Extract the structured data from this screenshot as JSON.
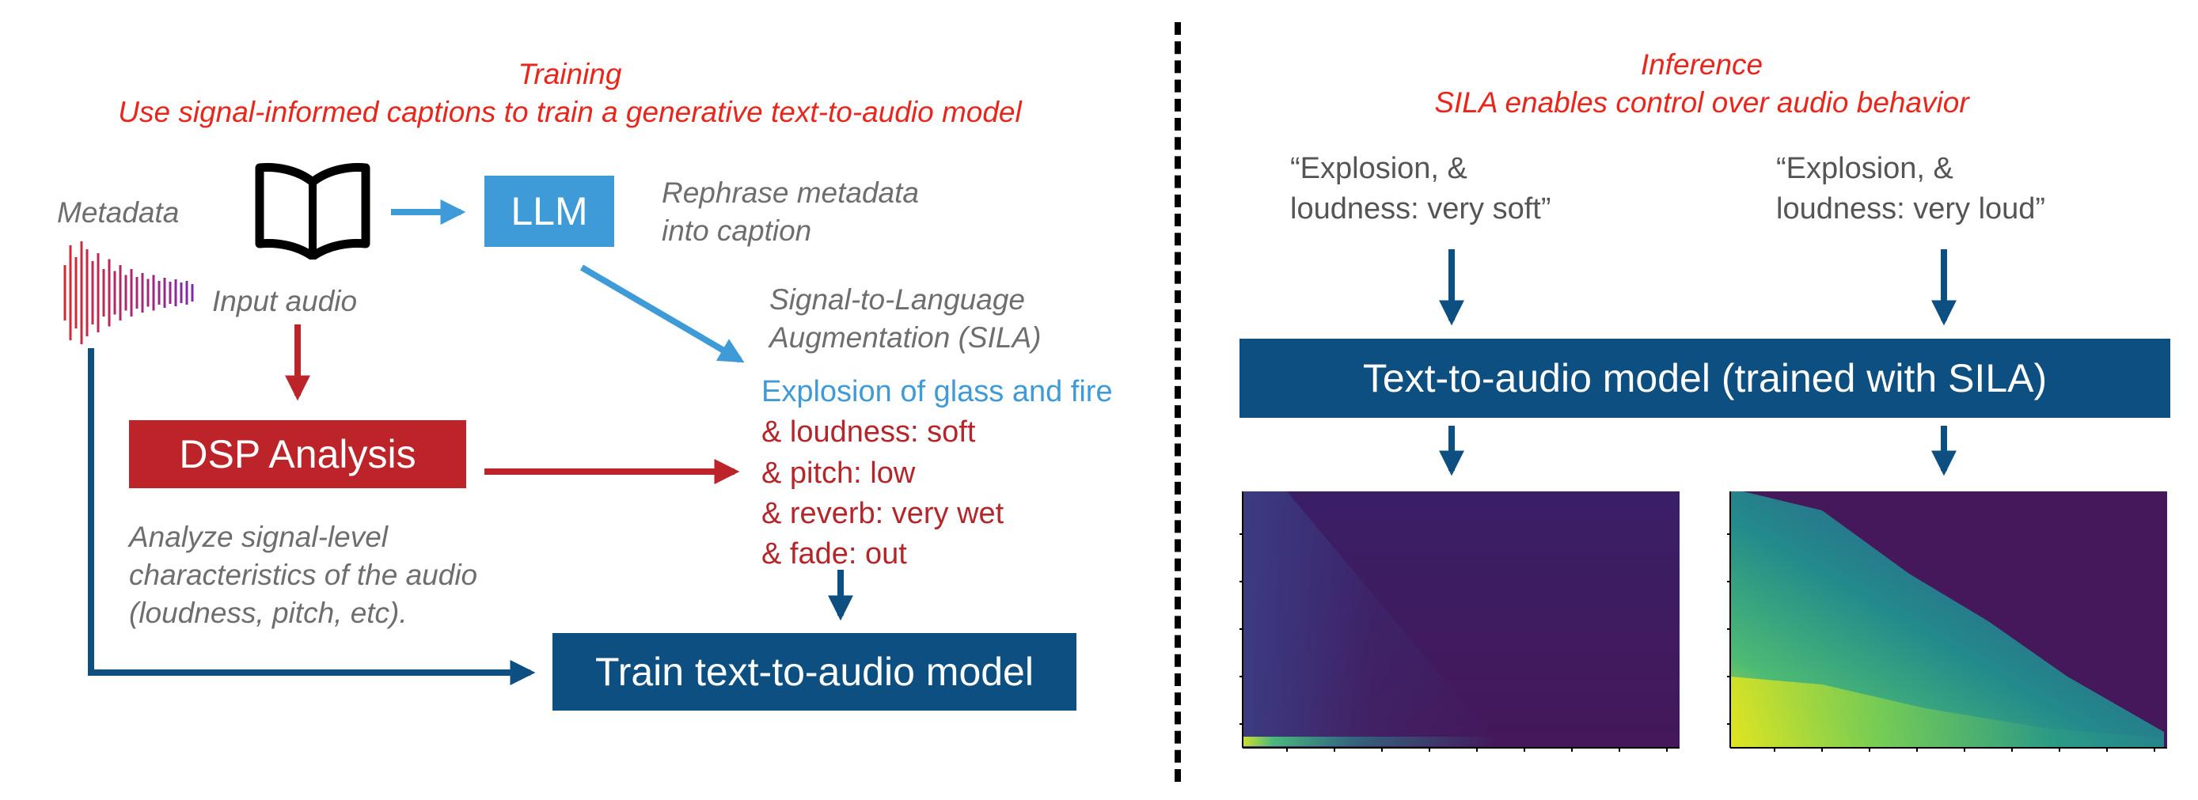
{
  "training": {
    "header_line1": "Training",
    "header_line2": "Use signal-informed captions to train a generative text-to-audio model",
    "metadata_label": "Metadata",
    "input_audio_label": "Input audio",
    "llm_label": "LLM",
    "rephrase_line1": "Rephrase metadata",
    "rephrase_line2": "into caption",
    "sila_line1": "Signal-to-Language",
    "sila_line2": "Augmentation (SILA)",
    "dsp_label": "DSP Analysis",
    "analyze_line1": "Analyze signal-level",
    "analyze_line2": "characteristics of the audio",
    "analyze_line3": "(loudness, pitch, etc).",
    "caption_main": "Explosion of glass and fire",
    "caption_attrs": [
      "& loudness: soft",
      "& pitch: low",
      "& reverb: very wet",
      "& fade: out"
    ],
    "train_label": "Train text-to-audio model"
  },
  "inference": {
    "header_line1": "Inference",
    "header_line2": "SILA enables control over audio behavior",
    "prompt_soft_line1": "“Explosion, &",
    "prompt_soft_line2": "loudness: very soft”",
    "prompt_loud_line1": "“Explosion, &",
    "prompt_loud_line2": "loudness: very loud”",
    "model_label": "Text-to-audio model (trained with SILA)"
  },
  "colors": {
    "red_title": "#e8261c",
    "navy": "#0d4f80",
    "light_blue": "#3f9ad8",
    "dsp_red": "#bd2429",
    "spectrogram_bg": "#44185a",
    "spectrogram_mid": "#2a8c8a",
    "spectrogram_high": "#dde31f"
  },
  "icons": [
    "open-book-icon",
    "waveform-icon"
  ]
}
